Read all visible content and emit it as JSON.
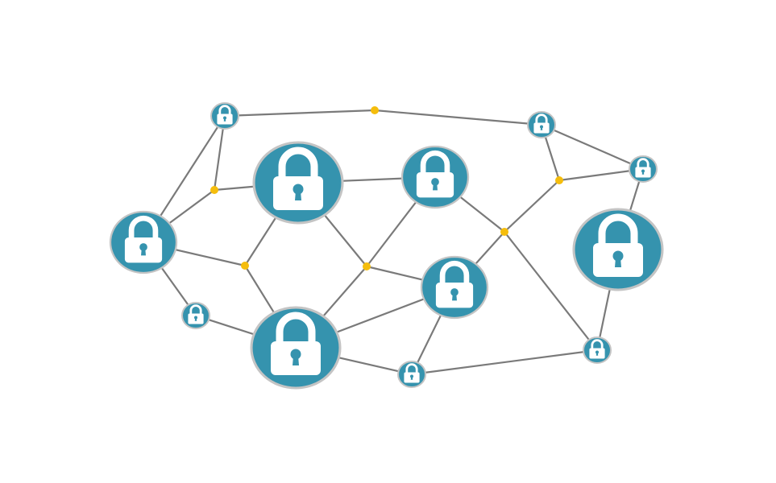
{
  "diagram": {
    "type": "network",
    "node_icon": "padlock-icon",
    "colors": {
      "node_fill": "#3593ae",
      "node_border": "#c4c4c4",
      "lock": "#ffffff",
      "edge": "#7a7a7a",
      "junction": "#f5bd0c",
      "background": "#ffffff"
    },
    "node_count": 12,
    "junction_count": 6
  }
}
